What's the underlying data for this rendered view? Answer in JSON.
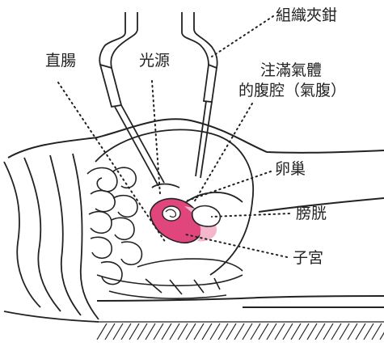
{
  "labels": {
    "forceps": "組織夾鉗",
    "rectum": "直腸",
    "light_source": "光源",
    "insufflation_line1": "注滿氣體",
    "insufflation_line2": "的腹腔（氣腹）",
    "ovary": "卵巢",
    "bladder": "膀胱",
    "uterus": "子宮"
  },
  "colors": {
    "line": "#222222",
    "organ_pink": "#e0457b",
    "organ_light": "#f4b6cc"
  }
}
